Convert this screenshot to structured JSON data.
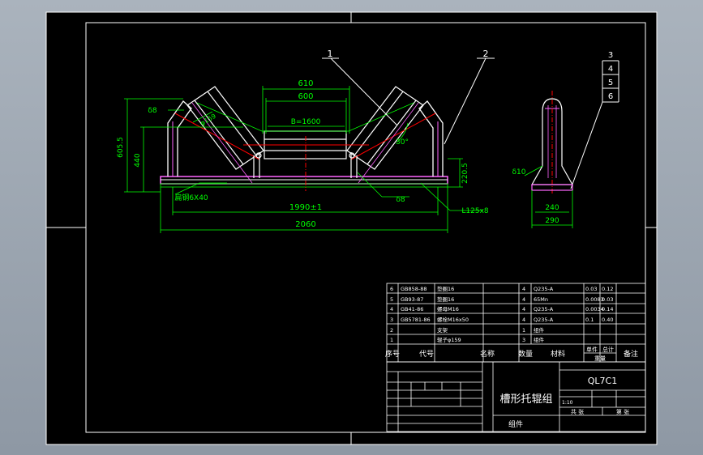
{
  "colors": {
    "background": "#000000",
    "frame": "#ffffff",
    "dimension": "#00ff00",
    "centerline": "#ff0000",
    "roller": "#ffffff",
    "highlight": "#ff66ff",
    "viewport_bg": "#9da6b1"
  },
  "callouts": [
    "1",
    "2",
    "3",
    "4",
    "5",
    "6"
  ],
  "front_view": {
    "dims": {
      "d610": "610",
      "d600": "600",
      "belt": "B=1600",
      "angle": "30°",
      "height_total": "605.5",
      "height_440": "440",
      "height_220": "220.5",
      "bolt_left": "δ8",
      "bolt_right": "δ8",
      "roller_dia": "φ159",
      "channel": "扁钢6X40",
      "span": "1990±1",
      "overall": "2060",
      "slot": "L125x8"
    }
  },
  "side_view": {
    "dims": {
      "plate": "δ10",
      "w240": "240",
      "w290": "290"
    },
    "callout_numbers": [
      "3",
      "4",
      "5",
      "6"
    ]
  },
  "bom": {
    "rows": [
      {
        "no": "6",
        "code": "GB858-88",
        "name": "垫圈16",
        "qty": "4",
        "material": "Q235-A",
        "unit": "0.03",
        "total": "0.12"
      },
      {
        "no": "5",
        "code": "GB93-87",
        "name": "垫圈16",
        "qty": "4",
        "material": "65Mn",
        "unit": "0.0083",
        "total": "0.03"
      },
      {
        "no": "4",
        "code": "GB41-86",
        "name": "螺母M16",
        "qty": "4",
        "material": "Q235-A",
        "unit": "0.0034",
        "total": "0.14"
      },
      {
        "no": "3",
        "code": "GB5781-86",
        "name": "螺栓M16x50",
        "qty": "4",
        "material": "Q235-A",
        "unit": "0.1",
        "total": "0.40"
      },
      {
        "no": "2",
        "code": "",
        "name": "支架",
        "qty": "1",
        "material": "组件",
        "unit": "",
        "total": ""
      },
      {
        "no": "1",
        "code": "",
        "name": "辊子φ159",
        "qty": "3",
        "material": "组件",
        "unit": "",
        "total": ""
      }
    ],
    "header": {
      "no": "序号",
      "code": "代号",
      "name": "名称",
      "qty": "数量",
      "material": "材料",
      "unit": "单件",
      "total": "总计",
      "weight": "重量",
      "remark": "备注"
    }
  },
  "title_block": {
    "drawing_no": "QL7C1",
    "title": "槽形托辊组",
    "category": "组件",
    "scale": "1:10",
    "sheets_label": "共 张",
    "sheet_label": "第 张"
  }
}
